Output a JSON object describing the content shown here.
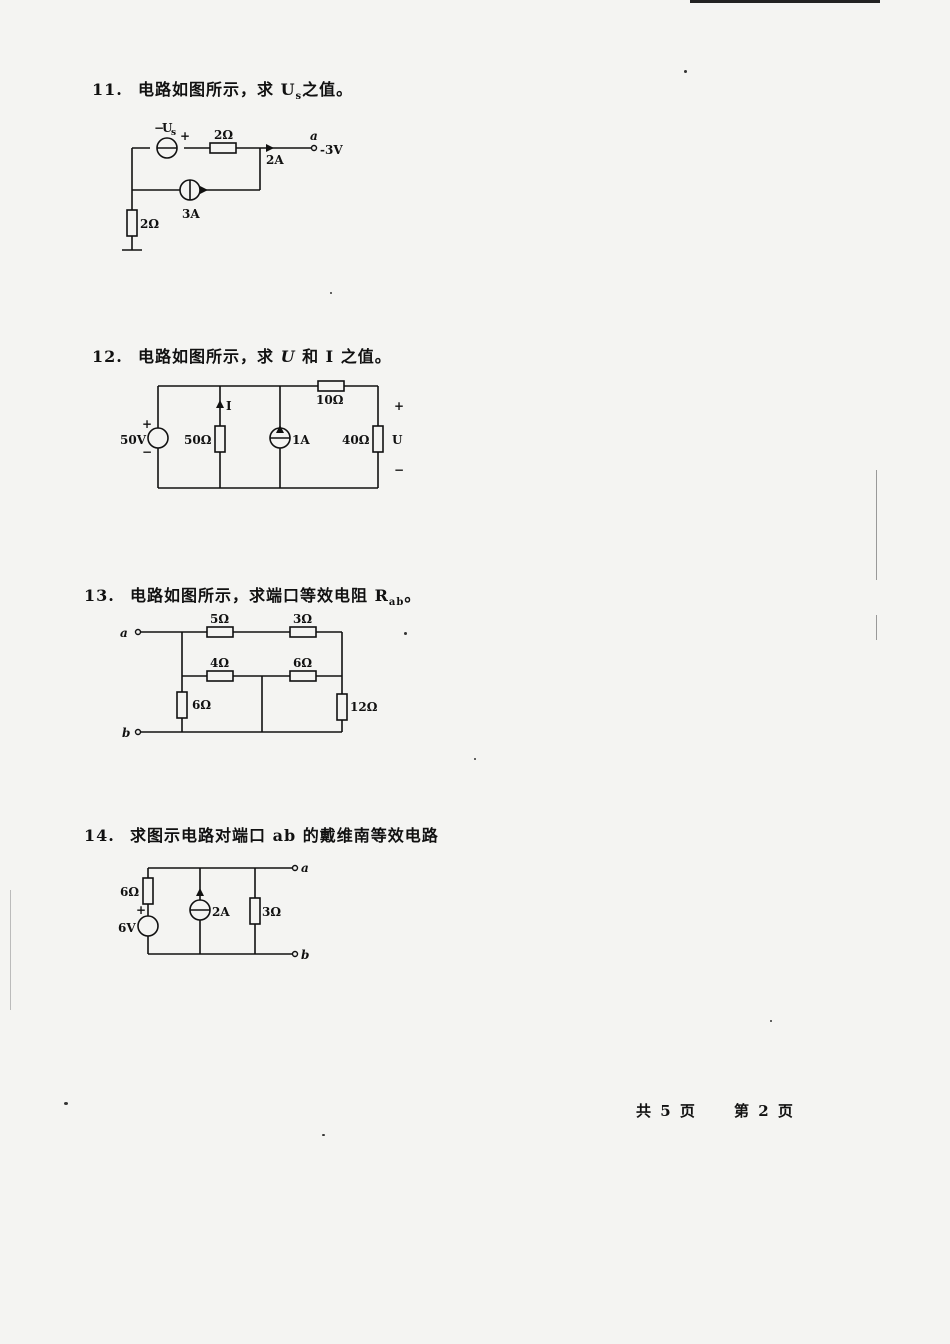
{
  "questions": [
    {
      "num": "11.",
      "text_pre": "电路如图所示，求 U",
      "text_sub": "s",
      "text_post": "之值。",
      "labels": {
        "us": "U",
        "us_sub": "s",
        "minus": "−",
        "plus": "+",
        "r1": "2Ω",
        "current": "2A",
        "node_a": "a",
        "voltage": "-3V",
        "cs": "3A",
        "r2": "2Ω"
      }
    },
    {
      "num": "12.",
      "text_pre": "电路如图所示，求 ",
      "text_u": "U",
      "text_post": " 和 I 之值。",
      "labels": {
        "vs": "50V",
        "plus": "+",
        "minus": "−",
        "r50": "50Ω",
        "current_i": "I",
        "cs": "1A",
        "r10": "10Ω",
        "r40": "40Ω",
        "u": "U",
        "u_plus": "+",
        "u_minus": "−"
      }
    },
    {
      "num": "13.",
      "text_pre": "电路如图所示，求端口等效电阻 R",
      "text_sub": "ab",
      "text_post": "。",
      "labels": {
        "a": "a",
        "b": "b",
        "r5": "5Ω",
        "r3": "3Ω",
        "r4": "4Ω",
        "r6h": "6Ω",
        "r6v": "6Ω",
        "r12": "12Ω"
      }
    },
    {
      "num": "14.",
      "text": "求图示电路对端口 ab 的戴维南等效电路",
      "labels": {
        "r6": "6Ω",
        "vs": "6V",
        "plus": "+",
        "cs": "2A",
        "r3": "3Ω",
        "a": "a",
        "b": "b"
      }
    }
  ],
  "footer": {
    "total": "共 5 页",
    "page": "第 2 页"
  }
}
